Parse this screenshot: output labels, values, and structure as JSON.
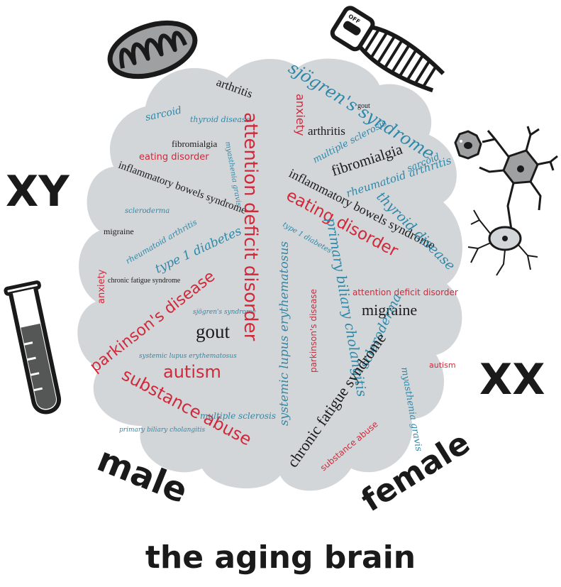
{
  "title": "the aging brain",
  "labels": {
    "male": "male",
    "female": "female",
    "xy": "XY",
    "xx": "XX",
    "off_switch": "OFF"
  },
  "colors": {
    "red": "#d0293a",
    "blue": "#2e88a8",
    "black": "#1a1a1a",
    "brain_fill": "#d3d6d9"
  },
  "icons": [
    "mitochondrion-icon",
    "dna-helix-icon",
    "neuron-icon",
    "immune-cell-icon",
    "test-tube-icon"
  ],
  "left_words": {
    "arthritis": "arthritis",
    "sarcoid": "sarcoid",
    "thyroid_disease": "thyroid disease",
    "fibromialgia": "fibromialgia",
    "eating_disorder": "eating disorder",
    "myasthenia_gravis": "myasthenia gravis",
    "inflammatory_bowels": "inflammatory bowels syndrome",
    "scleroderma": "scleroderma",
    "migraine": "migraine",
    "rheumatoid_arthritis": "rheumatoid arthritis",
    "type1_diabetes": "type 1 diabetes",
    "anxiety": "anxiety",
    "chronic_fatigue": "chronic fatigue syndrome",
    "parkinsons": "parkinson's disease",
    "sjogrens": "sjögren's syndrome",
    "gout": "gout",
    "lupus": "systemic lupus erythematosus",
    "autism": "autism",
    "substance_abuse": "substance abuse",
    "multiple_sclerosis": "multiple sclerosis",
    "primary_biliary": "primary biliary cholangitis",
    "adhd": "attention deficit disorder"
  },
  "right_words": {
    "sjogrens": "sjögren's syndrome",
    "anxiety": "anxiety",
    "gout": "gout",
    "arthritis": "arthritis",
    "multiple_sclerosis": "multiple sclerosis",
    "fibromialgia": "fibromialgia",
    "sarcoid": "sarcoid",
    "rheumatoid_arthritis": "rheumatoid arthritis",
    "inflammatory_bowels": "inflammatory bowels syndrome",
    "thyroid_disease": "thyroid disease",
    "eating_disorder": "eating disorder",
    "type1_diabetes": "type 1 diabetes",
    "primary_biliary": "primary biliary cholangitis",
    "lupus": "systemic lupus erythematosus",
    "parkinsons": "parkinson's disease",
    "adhd": "attention deficit disorder",
    "migraine": "migraine",
    "scleroderma": "scleroderma",
    "chronic_fatigue": "chronic fatigue syndrome",
    "autism": "autism",
    "myasthenia_gravis": "myasthenia gravis",
    "substance_abuse": "substance abuse"
  }
}
